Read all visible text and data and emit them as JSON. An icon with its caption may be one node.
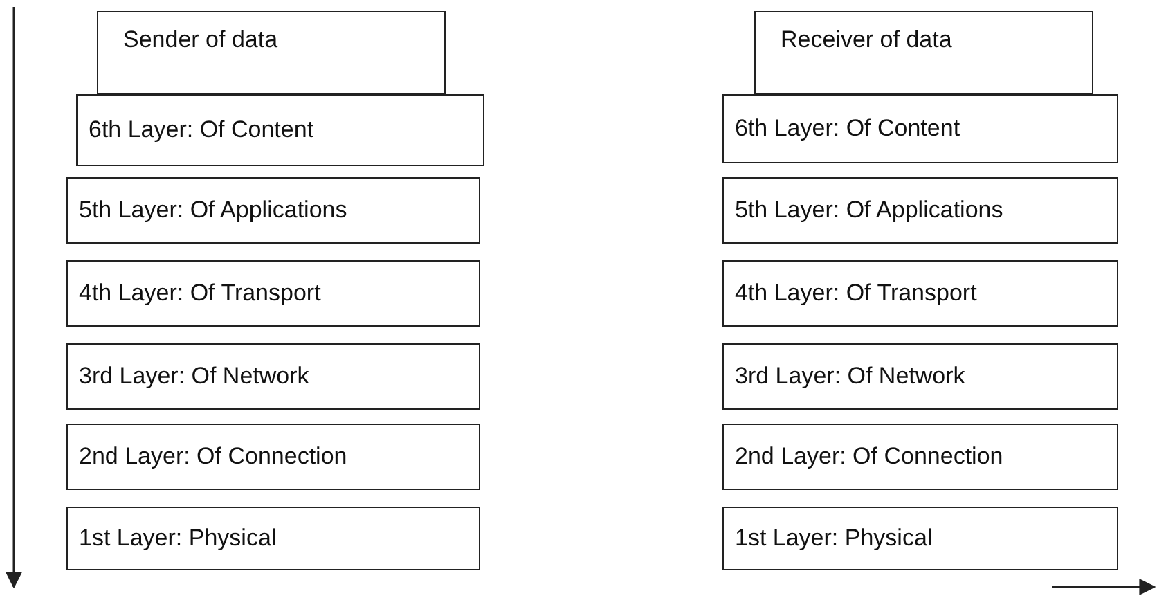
{
  "diagram": {
    "nodes": [
      {
        "text": [
          "Sender of data"
        ]
      },
      {
        "text": [
          "6th Layer: Of Content"
        ]
      },
      {
        "text": [
          "5th Layer: Of Applications"
        ]
      },
      {
        "text": [
          "4th Layer: Of Transport"
        ]
      },
      {
        "text": [
          "3rd Layer: Of Network"
        ]
      },
      {
        "text": [
          "2nd Layer: Of Connection"
        ]
      },
      {
        "text": [
          "1st Layer: Physical"
        ]
      },
      {
        "text": [
          "Receiver of data"
        ]
      },
      {
        "text": [
          "6th Layer: Of Content"
        ]
      },
      {
        "text": [
          "5th Layer: Of Applications"
        ]
      },
      {
        "text": [
          "4th Layer: Of Transport"
        ]
      },
      {
        "text": [
          "3rd Layer: Of Network"
        ]
      },
      {
        "text": [
          "2nd Layer: Of Connection"
        ]
      },
      {
        "text": [
          "1st Layer: Physical"
        ]
      }
    ]
  }
}
